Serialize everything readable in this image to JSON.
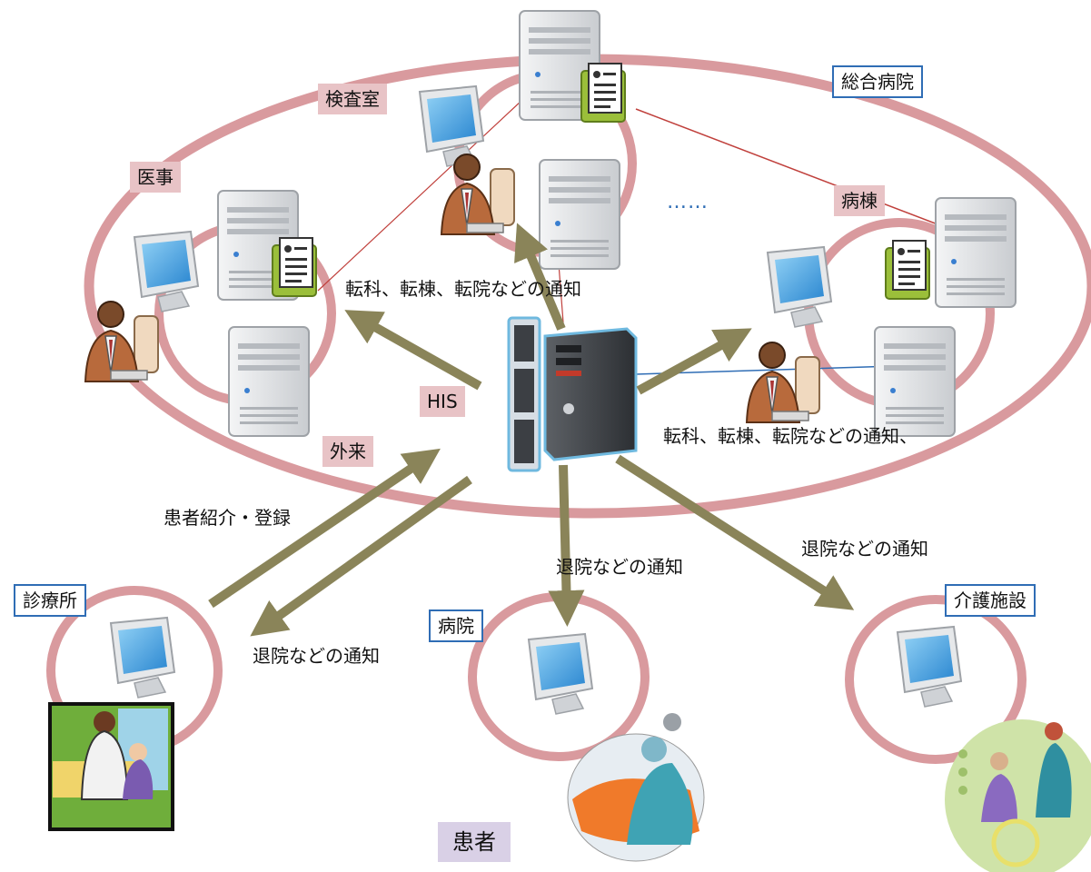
{
  "diagram": {
    "hospital_title": "総合病院",
    "departments": {
      "lab": "検査室",
      "medical_affairs": "医事",
      "ward": "病棟",
      "outpatient": "外来"
    },
    "central_system": "HIS",
    "ellipsis": "……",
    "facilities": {
      "clinic": "診療所",
      "hospital": "病院",
      "care_facility": "介護施設"
    },
    "patient": "患者",
    "flows": {
      "transfer_notice_left": "転科、転棟、転院などの通知",
      "transfer_notice_right": "転科、転棟、転院などの通知、",
      "referral_registration": "患者紹介・登録",
      "discharge_notice_clinic": "退院などの通知",
      "discharge_notice_hospital": "退院などの通知",
      "discharge_notice_care": "退院などの通知"
    },
    "colors": {
      "ring": "#d99a9e",
      "arrow": "#8a8459",
      "label_bg": "#e8c3c6",
      "box_border": "#2f6db5",
      "patient_bg": "#d9d0e6"
    }
  }
}
